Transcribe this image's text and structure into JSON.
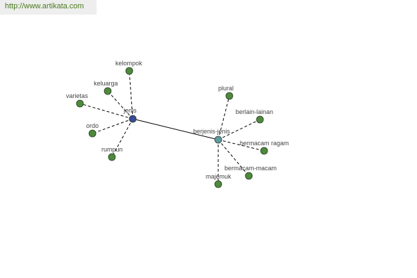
{
  "banner": {
    "url_text": "http://www.artikata.com"
  },
  "colors": {
    "leaf_node": "#4d8a3d",
    "hub_jenis": "#3a4a96",
    "hub_berjenis": "#5f9aa3",
    "edge": "#000000"
  },
  "graph": {
    "hubs": [
      {
        "id": "jenis",
        "label": "jenis"
      },
      {
        "id": "berjenis",
        "label": "berjenis-jenis"
      }
    ],
    "hub_link": [
      "jenis",
      "berjenis"
    ],
    "leaves": [
      {
        "id": "kelompok",
        "label": "kelompok",
        "hub": "jenis"
      },
      {
        "id": "keluarga",
        "label": "keluarga",
        "hub": "jenis"
      },
      {
        "id": "varietas",
        "label": "varietas",
        "hub": "jenis"
      },
      {
        "id": "ordo",
        "label": "ordo",
        "hub": "jenis"
      },
      {
        "id": "rumpun",
        "label": "rumpun",
        "hub": "jenis"
      },
      {
        "id": "plural",
        "label": "plural",
        "hub": "berjenis"
      },
      {
        "id": "berlain-lainan",
        "label": "berlain-lainan",
        "hub": "berjenis"
      },
      {
        "id": "bermacam-ragam",
        "label": "bermacam ragam",
        "hub": "berjenis"
      },
      {
        "id": "bermacam-macam",
        "label": "bermacam-macam",
        "hub": "berjenis"
      },
      {
        "id": "majemuk",
        "label": "majemuk",
        "hub": "berjenis"
      }
    ]
  }
}
